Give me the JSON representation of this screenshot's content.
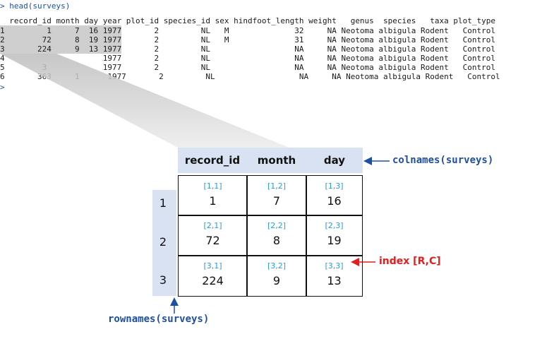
{
  "console": {
    "command": "> head(surveys)",
    "header": "  record_id month day year plot_id species_id sex hindfoot_length weight   genus  species   taxa plot_type",
    "rows": [
      "1         1     7  16 1977       2         NL   M              32     NA Neotoma albigula Rodent   Control",
      "2        72     8  19 1977       2         NL   M              31     NA Neotoma albigula Rodent   Control",
      "3       224     9  13 1977       2         NL                  NA     NA Neotoma albigula Rodent   Control",
      "4                     1977       2         NL                  NA     NA Neotoma albigula Rodent   Control",
      "5        3            1977       2         NL                  NA     NA Neotoma albigula Rodent   Control",
      "6       363     1      1977       2         NL                  NA     NA Neotoma albigula Rodent   Control"
    ],
    "end_prompt": ">"
  },
  "table": {
    "columns": [
      "record_id",
      "month",
      "day"
    ],
    "rownames": [
      "1",
      "2",
      "3"
    ],
    "cells": [
      [
        {
          "index": "[1,1]",
          "value": "1"
        },
        {
          "index": "[1,2]",
          "value": "7"
        },
        {
          "index": "[1,3]",
          "value": "16"
        }
      ],
      [
        {
          "index": "[2,1]",
          "value": "72"
        },
        {
          "index": "[2,2]",
          "value": "8"
        },
        {
          "index": "[2,3]",
          "value": "19"
        }
      ],
      [
        {
          "index": "[3,1]",
          "value": "224"
        },
        {
          "index": "[3,2]",
          "value": "9"
        },
        {
          "index": "[3,3]",
          "value": "13"
        }
      ]
    ]
  },
  "annotations": {
    "colnames": "colnames(surveys)",
    "rownames": "rownames(surveys)",
    "index": "index [R,C]"
  },
  "colors": {
    "header_fill": "#d9e2f3",
    "annotation_blue": "#1f4fa3",
    "index_cyan": "#2a9bd6",
    "index_red": "#e02020"
  }
}
